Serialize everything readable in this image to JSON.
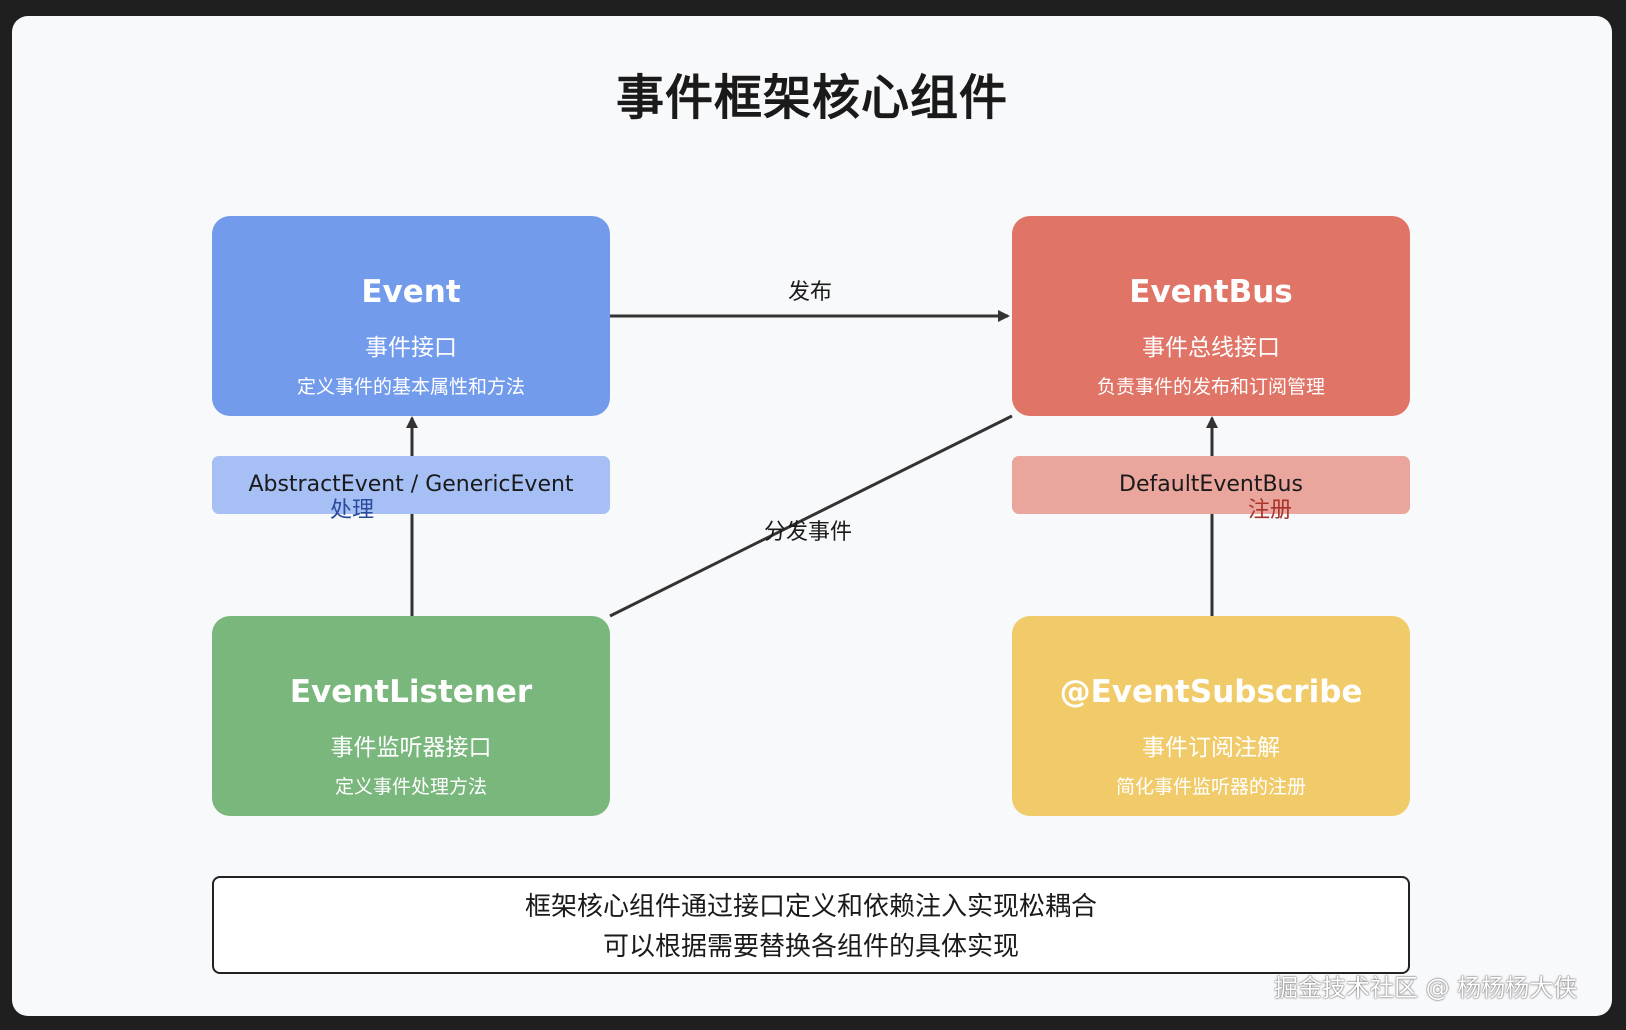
{
  "title": "事件框架核心组件",
  "boxes": {
    "event": {
      "name": "Event",
      "sub": "事件接口",
      "desc": "定义事件的基本属性和方法",
      "color": "#739bec"
    },
    "bus": {
      "name": "EventBus",
      "sub": "事件总线接口",
      "desc": "负责事件的发布和订阅管理",
      "color": "#e07467"
    },
    "listener": {
      "name": "EventListener",
      "sub": "事件监听器接口",
      "desc": "定义事件处理方法",
      "color": "#7ab77d"
    },
    "subscribe": {
      "name": "@EventSubscribe",
      "sub": "事件订阅注解",
      "desc": "简化事件监听器的注册",
      "color": "#f1cb69"
    }
  },
  "implementations": {
    "event": "AbstractEvent / GenericEvent",
    "bus": "DefaultEventBus"
  },
  "edges": {
    "publish": "发布",
    "dispatch": "分发事件",
    "handle": "处理",
    "register": "注册"
  },
  "note": {
    "line1": "框架核心组件通过接口定义和依赖注入实现松耦合",
    "line2": "可以根据需要替换各组件的具体实现"
  },
  "watermark": "掘金技术社区 @ 杨杨杨大侠"
}
